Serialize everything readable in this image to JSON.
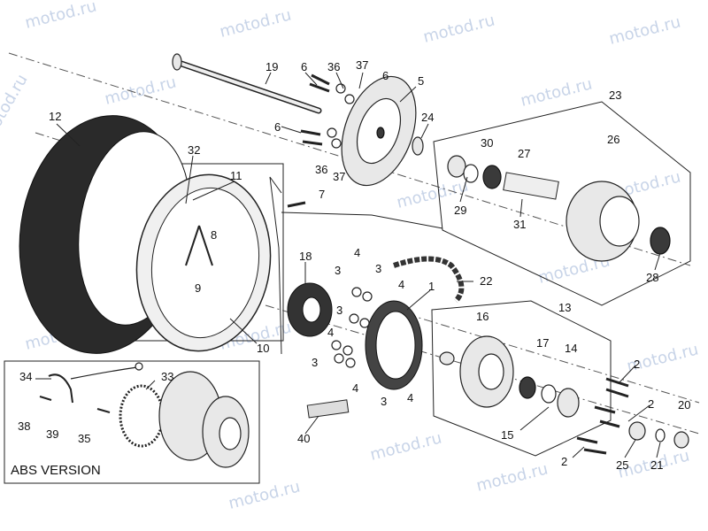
{
  "watermark": "motod.ru",
  "abs_box_title": "ABS VERSION",
  "callouts": [
    {
      "id": "c19",
      "text": "19"
    },
    {
      "id": "c6a",
      "text": "6"
    },
    {
      "id": "c36a",
      "text": "36"
    },
    {
      "id": "c37a",
      "text": "37"
    },
    {
      "id": "c6b",
      "text": "6"
    },
    {
      "id": "c5",
      "text": "5"
    },
    {
      "id": "c23",
      "text": "23"
    },
    {
      "id": "c12",
      "text": "12"
    },
    {
      "id": "c6c",
      "text": "6"
    },
    {
      "id": "c24",
      "text": "24"
    },
    {
      "id": "c36b",
      "text": "36"
    },
    {
      "id": "c37b",
      "text": "37"
    },
    {
      "id": "c30",
      "text": "30"
    },
    {
      "id": "c27",
      "text": "27"
    },
    {
      "id": "c26",
      "text": "26"
    },
    {
      "id": "c32",
      "text": "32"
    },
    {
      "id": "c11",
      "text": "11"
    },
    {
      "id": "c7",
      "text": "7"
    },
    {
      "id": "c29",
      "text": "29"
    },
    {
      "id": "c31",
      "text": "31"
    },
    {
      "id": "c8",
      "text": "8"
    },
    {
      "id": "c9",
      "text": "9"
    },
    {
      "id": "c18",
      "text": "18"
    },
    {
      "id": "c4a",
      "text": "4"
    },
    {
      "id": "c3a",
      "text": "3"
    },
    {
      "id": "c3b",
      "text": "3"
    },
    {
      "id": "c4b",
      "text": "4"
    },
    {
      "id": "c1",
      "text": "1"
    },
    {
      "id": "c22",
      "text": "22"
    },
    {
      "id": "c28",
      "text": "28"
    },
    {
      "id": "c13",
      "text": "13"
    },
    {
      "id": "c16",
      "text": "16"
    },
    {
      "id": "c3c",
      "text": "3"
    },
    {
      "id": "c4c",
      "text": "4"
    },
    {
      "id": "c10",
      "text": "10"
    },
    {
      "id": "c17",
      "text": "17"
    },
    {
      "id": "c14",
      "text": "14"
    },
    {
      "id": "c3d",
      "text": "3"
    },
    {
      "id": "c4d",
      "text": "4"
    },
    {
      "id": "c2a",
      "text": "2"
    },
    {
      "id": "c34",
      "text": "34"
    },
    {
      "id": "c33",
      "text": "33"
    },
    {
      "id": "c2b",
      "text": "2"
    },
    {
      "id": "c20",
      "text": "20"
    },
    {
      "id": "c3e",
      "text": "3"
    },
    {
      "id": "c4e",
      "text": "4"
    },
    {
      "id": "c15",
      "text": "15"
    },
    {
      "id": "c38",
      "text": "38"
    },
    {
      "id": "c39",
      "text": "39"
    },
    {
      "id": "c35",
      "text": "35"
    },
    {
      "id": "c40",
      "text": "40"
    },
    {
      "id": "c2c",
      "text": "2"
    },
    {
      "id": "c25",
      "text": "25"
    },
    {
      "id": "c21",
      "text": "21"
    }
  ]
}
